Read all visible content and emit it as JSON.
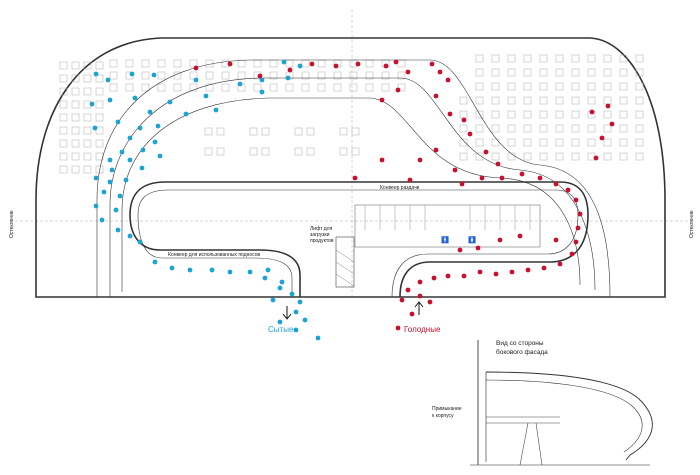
{
  "plan": {
    "labels": {
      "conveyor_serving": "Конвеер раздачи",
      "conveyor_used_trays": "Конвеер для использованных подносов",
      "lift": [
        "Лифт для",
        "загрузки",
        "продуктов"
      ],
      "glazing_left": "Остекление",
      "glazing_right": "Остекление"
    },
    "legend": {
      "full": "Сытые",
      "hungry": "Голодные"
    },
    "colors": {
      "full": "#1ba3d6",
      "hungry": "#c8102e",
      "line": "#333333",
      "furniture": "#aaaaaa"
    }
  },
  "section": {
    "title": [
      "Вид со стороны",
      "бокового фасада"
    ],
    "adjoining": [
      "Примыкание",
      "к корпусу"
    ]
  }
}
